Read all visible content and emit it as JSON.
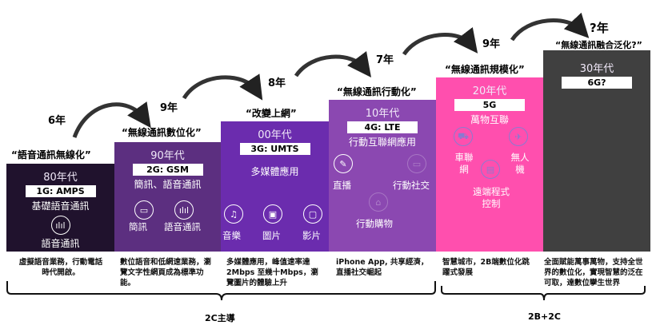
{
  "gens": [
    {
      "head": "“語音通訊無線化”",
      "era": "80年代",
      "tag": "1G: AMPS",
      "sub": "基礎語音通訊",
      "icons": [
        "語音通訊"
      ],
      "desc": "虛擬語音業務，行動電話時代開啟。",
      "color": "#20122d"
    },
    {
      "head": "“無線通訊數位化”",
      "era": "90年代",
      "tag": "2G: GSM",
      "sub": "簡訊、語音通訊",
      "icons": [
        "簡訊",
        "語音通訊"
      ],
      "desc": "數位語音和低網速業務，瀏覽文字性網頁成為標準功能。",
      "color": "#5c2f80"
    },
    {
      "head": "“改變上網”",
      "era": "00年代",
      "tag": "3G: UMTS",
      "sub": "多媒體應用",
      "icons": [
        "音樂",
        "圖片",
        "影片"
      ],
      "desc": "多媒體應用，峰值速率達2Mbps 至幾十Mbps，瀏覽圖片的體驗上升",
      "color": "#6b2cae"
    },
    {
      "head": "“無線通訊行動化”",
      "era": "10年代",
      "tag": "4G: LTE",
      "sub": "行動互聯網應用",
      "icons": [
        "直播",
        "行動社交",
        "行動購物"
      ],
      "desc": "iPhone App, 共享經濟，直播社交崛起",
      "color": "#8b48b1"
    },
    {
      "head": "“無線通訊規模化”",
      "era": "20年代",
      "tag": "5G",
      "sub": "萬物互聯",
      "icons": [
        "車聯網",
        "無人機",
        "遠端程式控制"
      ],
      "desc": "智慧城市，2B端數位化跳躍式發展",
      "color": "#ff4fae"
    },
    {
      "head": "“無線通訊融合泛化?”",
      "era": "30年代",
      "tag": "6G?",
      "sub": "",
      "icons": [],
      "desc": "全面賦能萬事萬物，支持全世界的數位化，實現智慧的泛在可取，達數位孿生世界",
      "color": "#404040"
    }
  ],
  "intervals": [
    "6年",
    "9年",
    "8年",
    "7年",
    "9年",
    "?年"
  ],
  "braces": [
    "2C主導",
    "2B+2C"
  ]
}
